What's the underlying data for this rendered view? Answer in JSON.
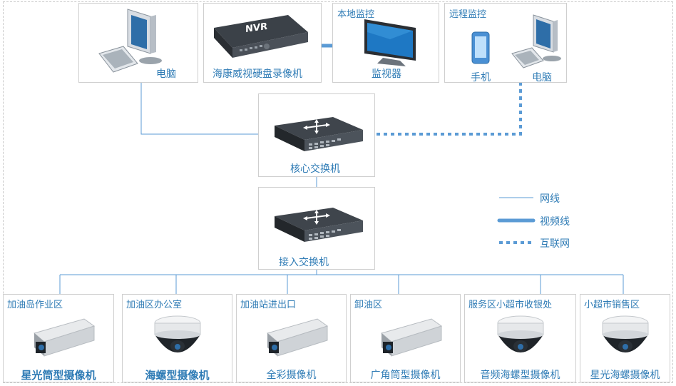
{
  "top": {
    "pc": {
      "caption": "电脑"
    },
    "nvr": {
      "badge": "NVR",
      "caption": "海康威视硬盘录像机"
    },
    "local": {
      "title": "本地监控",
      "caption": "监视器"
    },
    "remote": {
      "title": "远程监控",
      "phone_caption": "手机",
      "pc_caption": "电脑"
    }
  },
  "core_switch": {
    "caption": "核心交换机"
  },
  "access_switch": {
    "caption": "接入交换机"
  },
  "legend": [
    {
      "style": "thin",
      "label": "网线"
    },
    {
      "style": "thick",
      "label": "视频线"
    },
    {
      "style": "dotted",
      "label": "互联网"
    }
  ],
  "cameras": [
    {
      "area": "加油岛作业区",
      "type": "bullet",
      "caption": "星光筒型摄像机",
      "bold": true
    },
    {
      "area": "加油区办公室",
      "type": "dome",
      "caption": "海螺型摄像机",
      "bold": true
    },
    {
      "area": "加油站进出口",
      "type": "bullet",
      "caption": "全彩摄像机",
      "bold": false
    },
    {
      "area": "卸油区",
      "type": "bullet",
      "caption": "广角筒型摄像机",
      "bold": false
    },
    {
      "area": "服务区小超市收银处",
      "type": "dome",
      "caption": "音频海螺型摄像机",
      "bold": false
    },
    {
      "area": "小超市销售区",
      "type": "dome",
      "caption": "星光海螺摄像机",
      "bold": false
    }
  ],
  "colors": {
    "line": "#5b9bd5",
    "text": "#2e7bb5",
    "border": "#cfcfcf"
  }
}
